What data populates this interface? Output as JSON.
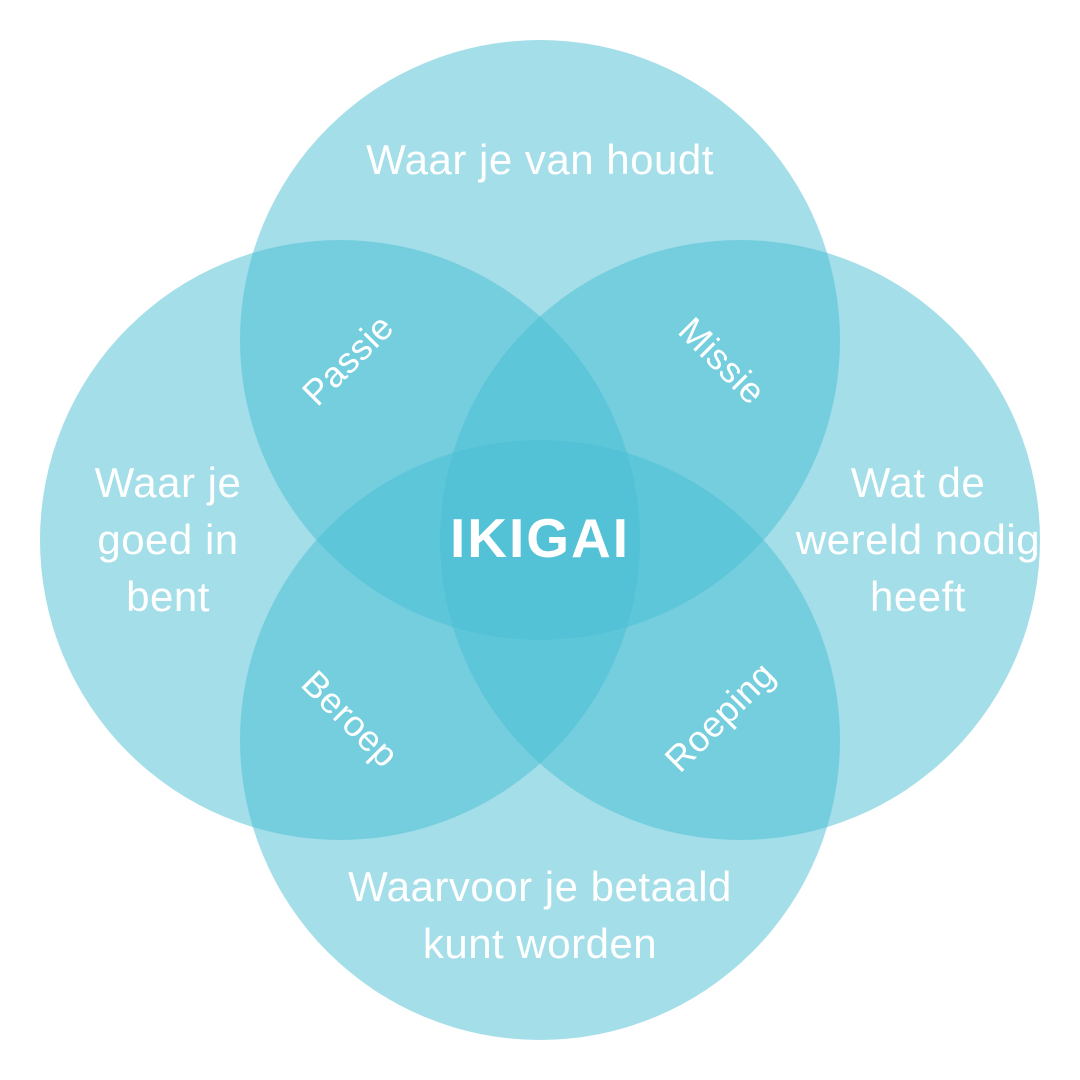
{
  "diagram": {
    "type": "venn-4-circles",
    "center_label": "IKIGAI",
    "circles": {
      "top": {
        "name": "Waar je van houdt",
        "lines": [
          "Waar je van houdt"
        ]
      },
      "left": {
        "name": "Waar je goed in bent",
        "lines": [
          "Waar je",
          "goed in",
          "bent"
        ]
      },
      "right": {
        "name": "Wat de wereld nodig heeft",
        "lines": [
          "Wat de",
          "wereld nodig",
          "heeft"
        ]
      },
      "bottom": {
        "name": "Waarvoor je betaald kunt worden",
        "lines": [
          "Waarvoor je betaald",
          "kunt worden"
        ]
      }
    },
    "intersections": {
      "top_left": "Passie",
      "top_right": "Missie",
      "bottom_left": "Beroep",
      "bottom_right": "Roeping"
    },
    "colors": {
      "circle_fill": "#48bdd3",
      "circle_fill_rgba": "rgba(72,189,211,0.5)",
      "overlap_2": "#74cee0",
      "center_4": "#54c2d7",
      "text": "#ffffff",
      "background": "#ffffff"
    }
  }
}
